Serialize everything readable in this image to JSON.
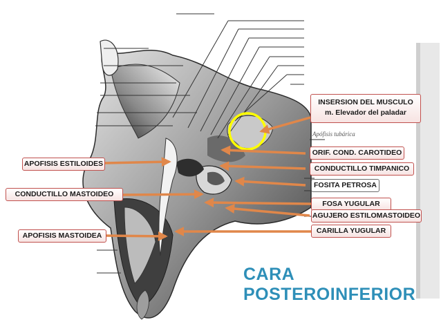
{
  "labels": {
    "insercion_line1": "INSERSION DEL MUSCULO",
    "insercion_line2": "m. Elevador del paladar",
    "apofisis_tubarica": "Apófisis tubárica",
    "orif_cond_carotideo": "ORIF. COND. CAROTIDEO",
    "conductillo_timpanico": "CONDUCTILLO TIMPANICO",
    "fosita_petrosa": "FOSITA PETROSA",
    "fosa_yugular": "FOSA YUGULAR",
    "agujero_estilomastoideo": "AGUJERO ESTILOMASTOIDEO",
    "carilla_yugular": "CARILLA YUGULAR",
    "apofisis_estiloides": "APOFISIS ESTILOIDES",
    "conductillo_mastoideo": "CONDUCTILLO MASTOIDEO",
    "apofisis_mastoidea": "APOFISIS MASTOIDEA"
  },
  "title": {
    "line1": "CARA",
    "line2": "POSTEROINFERIOR"
  },
  "colors": {
    "arrow": "#e0874a",
    "highlight_circle": "#ffff00",
    "label_border": "#c0504d",
    "title": "#2e8fb8",
    "bone_dark": "#4a4a4a",
    "bone_light": "#dcdcdc"
  }
}
